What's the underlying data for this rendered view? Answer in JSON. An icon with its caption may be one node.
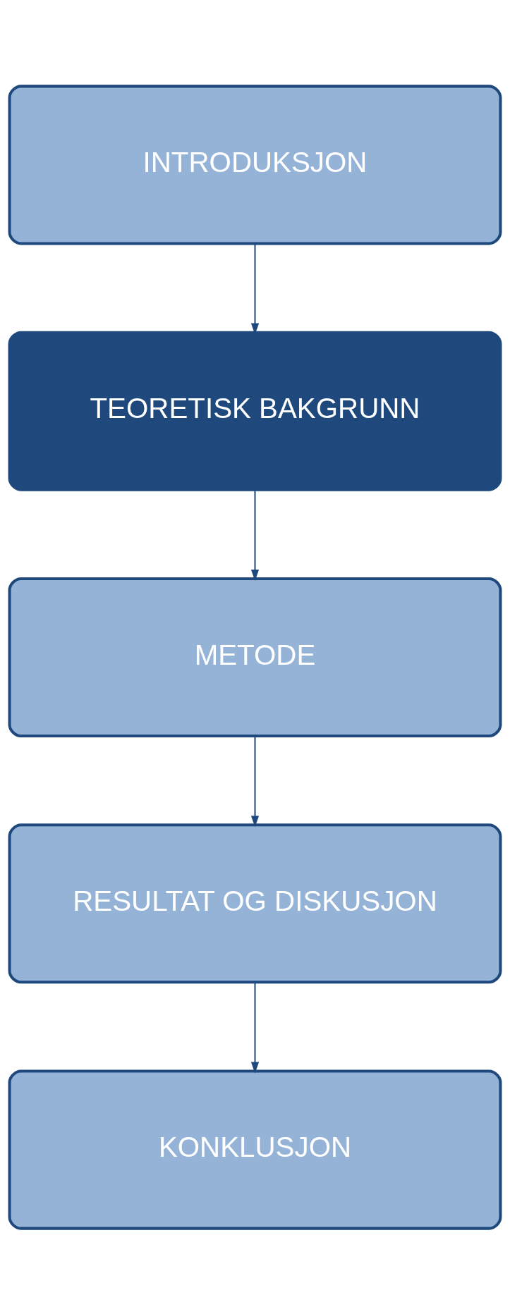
{
  "diagram": {
    "nodes": [
      {
        "text": [
          "INTRODUKSJON"
        ]
      },
      {
        "text": [
          "TEORETISK BAKGRUNN"
        ]
      },
      {
        "text": [
          "METODE"
        ]
      },
      {
        "text": [
          "RESULTAT OG DISKUSJON"
        ]
      },
      {
        "text": [
          "KONKLUSJON"
        ]
      }
    ],
    "edges": [
      {
        "from": 0,
        "to": 1,
        "arrow": "to"
      },
      {
        "from": 1,
        "to": 2,
        "arrow": "to"
      },
      {
        "from": 2,
        "to": 3,
        "arrow": "to"
      },
      {
        "from": 3,
        "to": 4,
        "arrow": "to"
      }
    ]
  }
}
